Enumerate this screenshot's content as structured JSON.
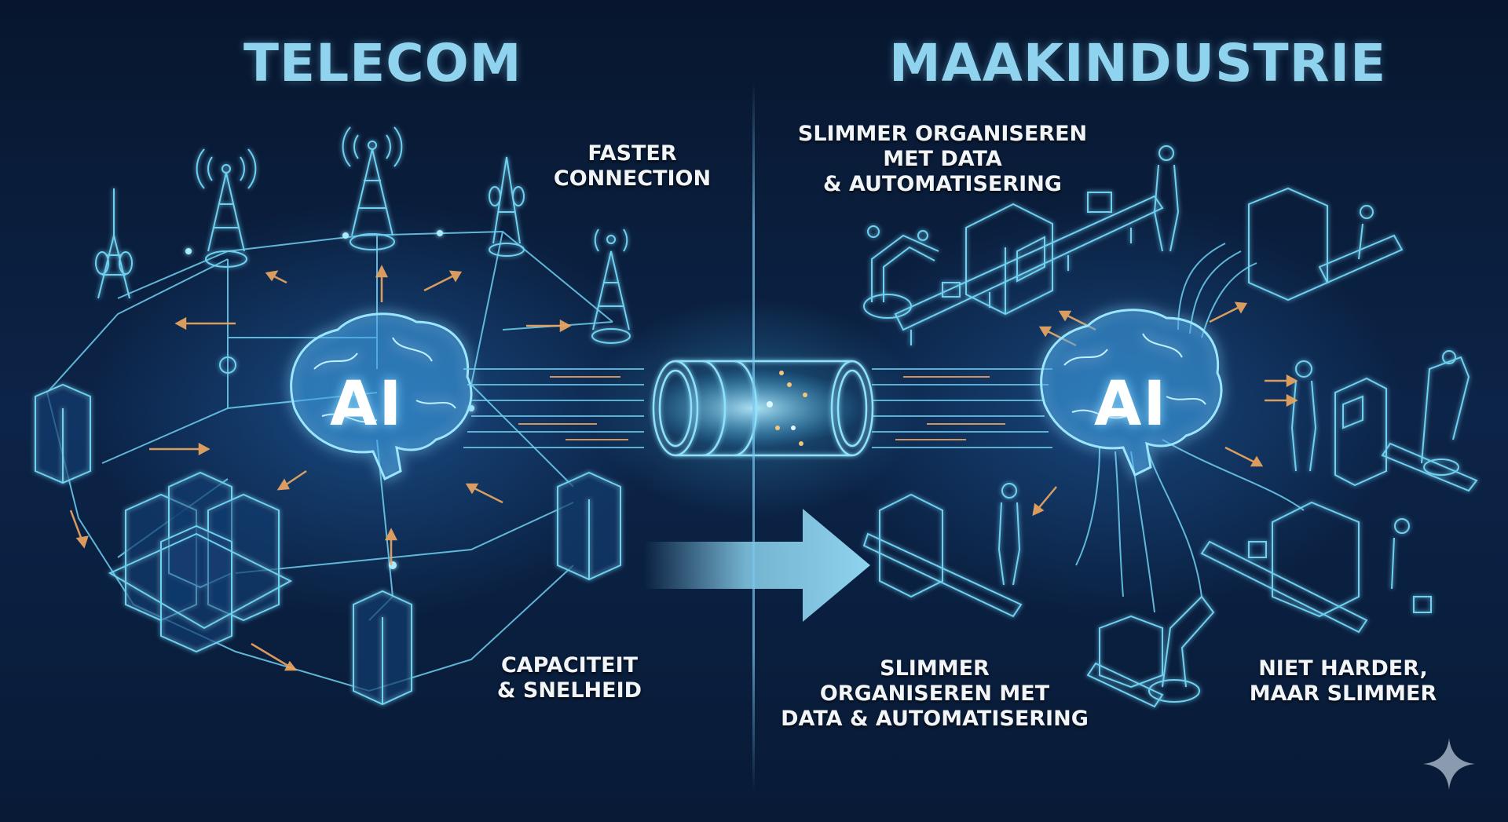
{
  "left_panel": {
    "title": "TELECOM",
    "ai_label": "AI",
    "labels": {
      "top_right": "FASTER\nCONNECTION",
      "bottom_right": "CAPACITEIT\n& SNELHEID"
    },
    "elements": [
      "cell-tower",
      "cell-tower",
      "cell-tower",
      "cell-tower",
      "cell-tower",
      "server-rack",
      "server-cluster",
      "server-rack",
      "server-rack",
      "network-lines",
      "data-arrows"
    ]
  },
  "center": {
    "connector": "data-cylinder",
    "arrow": "right-arrow"
  },
  "right_panel": {
    "title": "MAAKINDUSTRIE",
    "ai_label": "AI",
    "labels": {
      "top_left": "SLIMMER ORGANISEREN\nMET DATA\n& AUTOMATISERING",
      "bottom_left": "SLIMMER\nORGANISEREN MET\nDATA & AUTOMATISERING",
      "bottom_right": "NIET HARDER,\nMAAR SLIMMER"
    },
    "elements": [
      "robot-arm",
      "conveyor-belt",
      "scanner-machine",
      "worker",
      "robot-arm",
      "kiosk",
      "conveyor-belt",
      "worker"
    ]
  },
  "colors": {
    "background": "#0a1d3a",
    "line_cyan": "#6fd0f0",
    "title": "#8fd3ee",
    "label": "#f2f5f8",
    "arrow_orange": "#f0a860",
    "big_arrow": "#86cde8",
    "sparkle": "#8a9bb0"
  },
  "watermark": "sparkle-icon"
}
